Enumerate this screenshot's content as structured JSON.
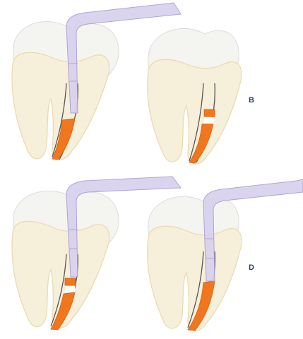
{
  "panels": [
    {
      "id": "a",
      "label": "",
      "has_instrument": true,
      "filling": "full"
    },
    {
      "id": "b",
      "label": "B",
      "has_instrument": false,
      "filling": "split"
    },
    {
      "id": "c",
      "label": "",
      "has_instrument": true,
      "filling": "split"
    },
    {
      "id": "d",
      "label": "D",
      "has_instrument": true,
      "filling": "full"
    }
  ],
  "colors": {
    "tooth_fill": "#f6efd9",
    "tooth_outline": "#e8d9b0",
    "crown_fill": "#f4f4f1",
    "crown_outline": "#dcdcdc",
    "gutta_percha": "#f0771d",
    "gutta_dark": "#d95d10",
    "canal_line": "#555555",
    "instrument_fill": "#d8d0ee",
    "instrument_outline": "#a89cd0",
    "instrument_band": "#b7aade",
    "label": "#2a3f63"
  },
  "icons": {
    "tooth": "molar-tooth-icon",
    "plugger": "endodontic-plugger-icon"
  }
}
